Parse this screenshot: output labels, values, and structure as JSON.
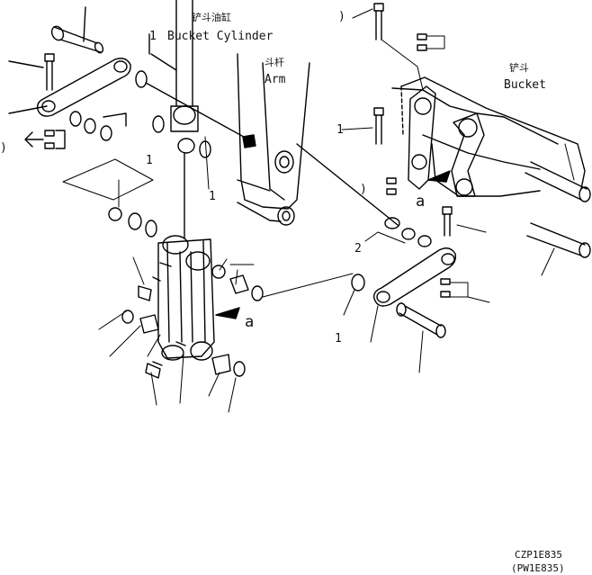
{
  "labels": {
    "bucket_cylinder_cn": "铲斗油缸",
    "bucket_cylinder_num": "1",
    "bucket_cylinder_en": "Bucket Cylinder",
    "arm_cn": "斗杆",
    "arm_en": "Arm",
    "bucket_cn": "铲斗",
    "bucket_en": "Bucket"
  },
  "callouts": {
    "a_right": "a",
    "a_left": "a",
    "n1_cyl_left": "1",
    "n1_cyl_right": "1",
    "n1_right_bolt": "1",
    "n1_bottom_washer": "1",
    "n2_washers": "2",
    "paren_left": ")",
    "paren_top_right": ")",
    "paren_mid_right": ")"
  },
  "codes": {
    "primary": "CZP1E835",
    "secondary": "(PW1E835)"
  }
}
